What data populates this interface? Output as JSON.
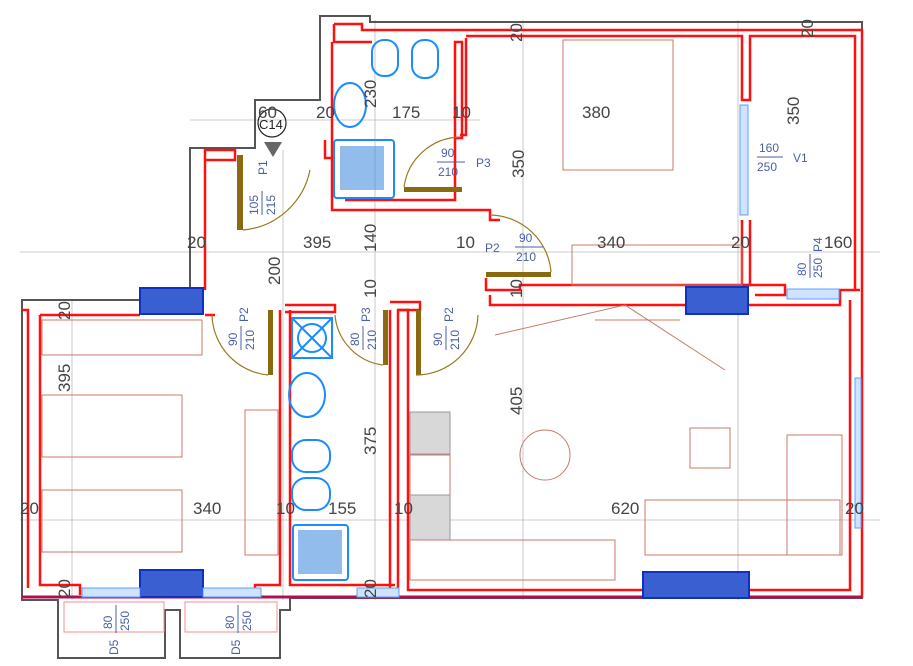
{
  "plan": {
    "tag": {
      "number": "60",
      "code": "C14"
    },
    "dimensions": {
      "d_20_a": "20",
      "d_230": "230",
      "d_175": "175",
      "d_10_a": "10",
      "d_380": "380",
      "d_350_a": "350",
      "d_350_b": "350",
      "d_20_top1": "20",
      "d_20_top2": "20",
      "d_20_b": "20",
      "d_395_a": "395",
      "d_140": "140",
      "d_10_b": "10",
      "d_340_a": "340",
      "d_20_c": "20",
      "d_160": "160",
      "d_200": "200",
      "d_10_c": "10",
      "d_10_d": "10",
      "d_20_d": "20",
      "d_395_b": "395",
      "d_405": "405",
      "d_375": "375",
      "d_20_e": "20",
      "d_340_b": "340",
      "d_10_e": "10",
      "d_155": "155",
      "d_10_f": "10",
      "d_620": "620",
      "d_20_f": "20",
      "d_20_g": "20",
      "d_20_h": "20"
    },
    "openings": [
      {
        "id": "P1",
        "width": "105",
        "height": "215"
      },
      {
        "id": "P3",
        "width": "90",
        "height": "210"
      },
      {
        "id": "P2",
        "width": "90",
        "height": "210"
      },
      {
        "id": "V1",
        "width": "160",
        "height": "250"
      },
      {
        "id": "P4",
        "width": "80",
        "height": "250"
      },
      {
        "id": "P2",
        "width": "90",
        "height": "210"
      },
      {
        "id": "P3",
        "width": "80",
        "height": "210"
      },
      {
        "id": "P2",
        "width": "90",
        "height": "210"
      },
      {
        "id": "D5",
        "width": "80",
        "height": "250"
      },
      {
        "id": "D5",
        "width": "80",
        "height": "250"
      }
    ],
    "colors": {
      "wall": "#ff1010",
      "fixture": "#1a8cff",
      "window": "#3a5fd0",
      "door": "#9a7a20"
    }
  }
}
